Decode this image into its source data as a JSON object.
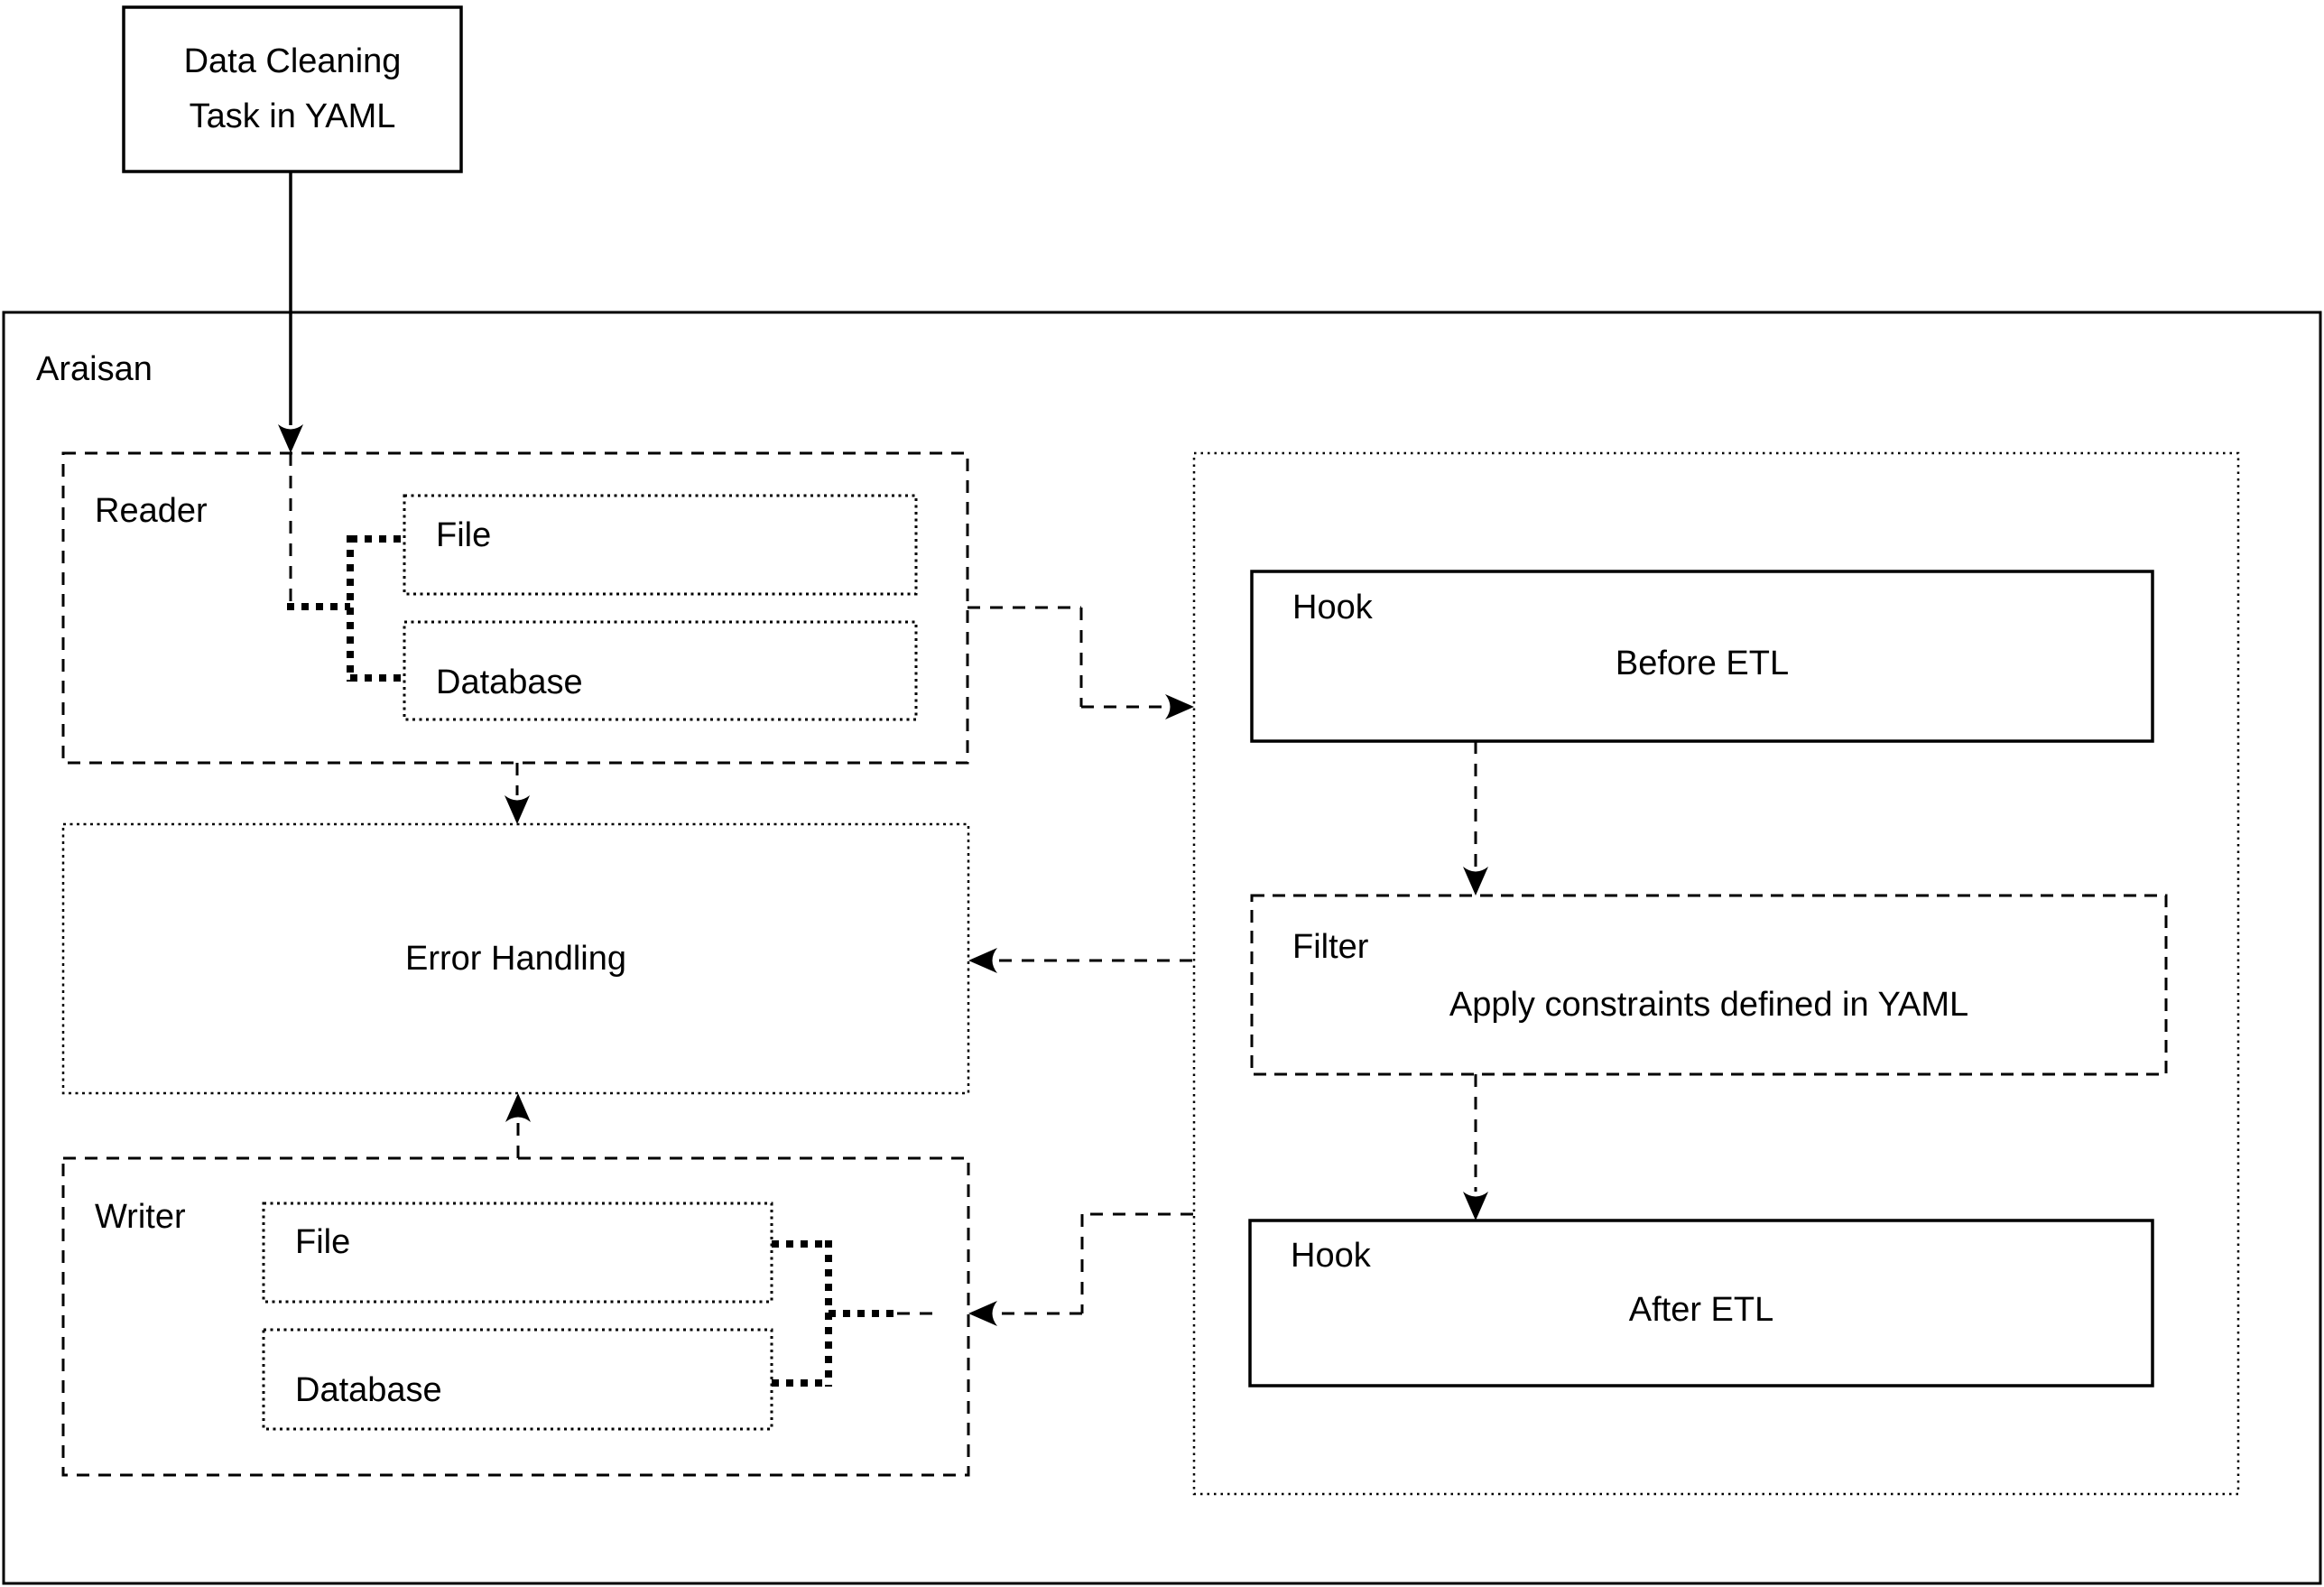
{
  "diagram": {
    "source_node": {
      "line1": "Data Cleaning",
      "line2": "Task in YAML"
    },
    "system": {
      "label": "Araisan"
    },
    "reader": {
      "label": "Reader",
      "items": {
        "file": "File",
        "database": "Database"
      }
    },
    "error_handling": {
      "label": "Error Handling"
    },
    "writer": {
      "label": "Writer",
      "items": {
        "file": "File",
        "database": "Database"
      }
    },
    "etl": {
      "hook_before": {
        "label": "Hook",
        "description": "Before ETL"
      },
      "filter": {
        "label": "Filter",
        "description": "Apply constraints defined in YAML"
      },
      "hook_after": {
        "label": "Hook",
        "description": "After ETL"
      }
    },
    "colors": {
      "stroke": "#000000",
      "background": "#ffffff",
      "text": "#000000"
    }
  }
}
